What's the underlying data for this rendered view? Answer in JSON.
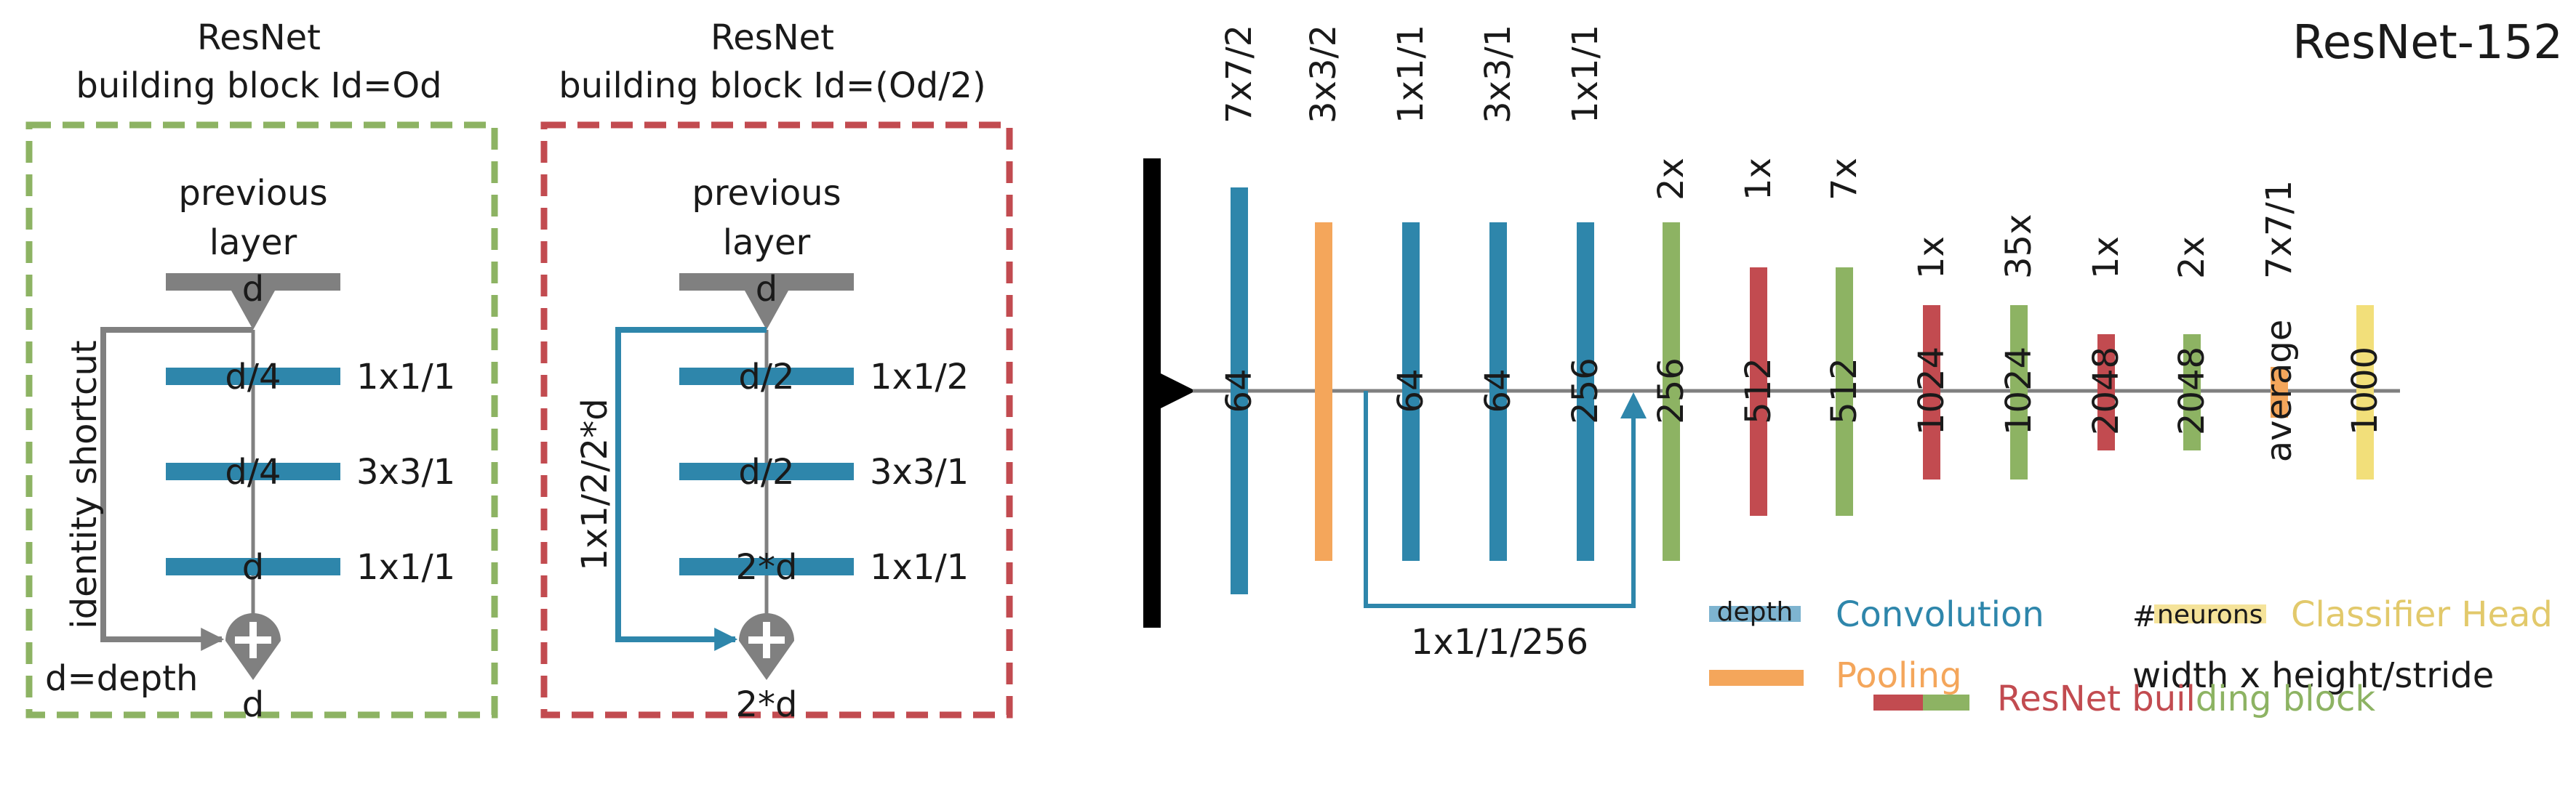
{
  "colors": {
    "conv": "#2e86ab",
    "pool": "#f4a65b",
    "block_red": "#c24b50",
    "block_green": "#8db363",
    "head": "#f2df7a",
    "gray": "#808080",
    "black": "#000000",
    "head_text": "#e2c96b"
  },
  "panel_identity": {
    "title_line1": "ResNet",
    "title_line2": "building block Id=Od",
    "prev_line1": "previous",
    "prev_line2": "layer",
    "input_depth": "d",
    "shortcut_label": "identity shortcut",
    "layers": [
      {
        "depth": "d/4",
        "spec": "1x1/1"
      },
      {
        "depth": "d/4",
        "spec": "3x3/1"
      },
      {
        "depth": "d",
        "spec": "1x1/1"
      }
    ],
    "output_depth": "d",
    "note": "d=depth"
  },
  "panel_downsample": {
    "title_line1": "ResNet",
    "title_line2": "building block Id=(Od/2)",
    "prev_line1": "previous",
    "prev_line2": "layer",
    "input_depth": "d",
    "shortcut_label": "1x1/2/2*d",
    "layers": [
      {
        "depth": "d/2",
        "spec": "1x1/2"
      },
      {
        "depth": "d/2",
        "spec": "3x3/1"
      },
      {
        "depth": "2*d",
        "spec": "1x1/1"
      }
    ],
    "output_depth": "2*d"
  },
  "network": {
    "title": "ResNet-152",
    "skip_label": "1x1/1/256",
    "layers": [
      {
        "kind": "conv",
        "depth": "64",
        "spec": "7x7/2"
      },
      {
        "kind": "pool",
        "depth": "",
        "spec": "3x3/2"
      },
      {
        "kind": "conv",
        "depth": "64",
        "spec": "1x1/1"
      },
      {
        "kind": "conv",
        "depth": "64",
        "spec": "3x3/1"
      },
      {
        "kind": "conv",
        "depth": "256",
        "spec": "1x1/1"
      },
      {
        "kind": "block_green",
        "depth": "256",
        "spec": "2x"
      },
      {
        "kind": "block_red",
        "depth": "512",
        "spec": "1x"
      },
      {
        "kind": "block_green",
        "depth": "512",
        "spec": "7x"
      },
      {
        "kind": "block_red",
        "depth": "1024",
        "spec": "1x"
      },
      {
        "kind": "block_green",
        "depth": "1024",
        "spec": "35x"
      },
      {
        "kind": "block_red",
        "depth": "2048",
        "spec": "1x"
      },
      {
        "kind": "block_green",
        "depth": "2048",
        "spec": "2x"
      },
      {
        "kind": "pool",
        "depth": "average",
        "spec": "7x7/1"
      },
      {
        "kind": "head",
        "depth": "1000",
        "spec": ""
      }
    ]
  },
  "legend": {
    "depth_sample": "depth",
    "conv_label": "Convolution",
    "pool_label": "Pooling",
    "neurons_prefix": "#",
    "neurons_word": "neurons",
    "head_label": "Classifier Head",
    "spec_format": "width x height/stride",
    "block_label_red": "ResNet buil",
    "block_label_green": "ding block"
  }
}
